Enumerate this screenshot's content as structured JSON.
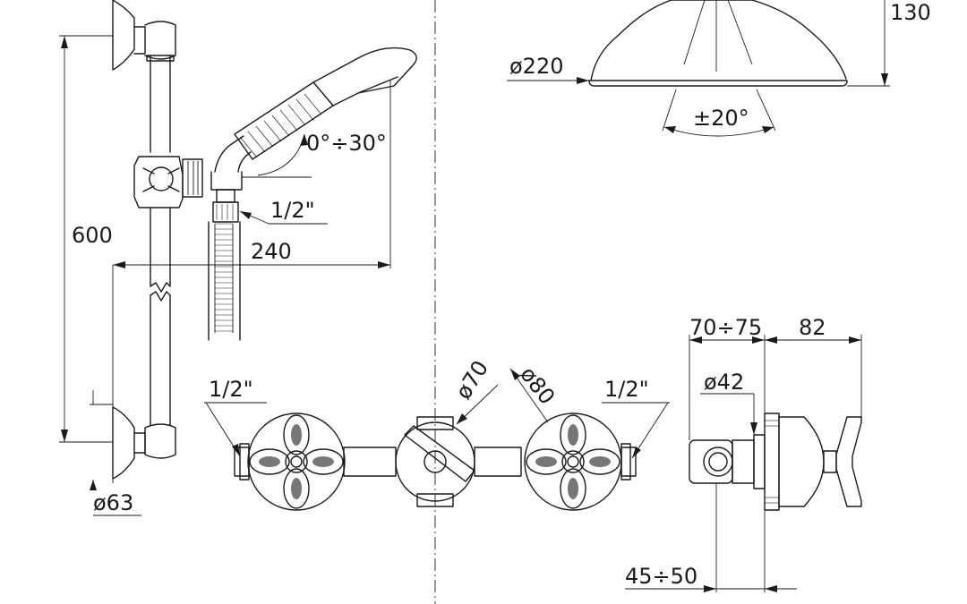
{
  "dimensions": {
    "slide_rail_height": "600",
    "handshower_reach": "240",
    "handshower_tilt": "0°÷30°",
    "hose_thread": "1/2\"",
    "wall_bracket_diameter": "ø63",
    "head_diameter": "ø220",
    "head_height": "130",
    "head_swivel": "±20°",
    "mixer_left_inlet": "1/2\"",
    "mixer_right_outlet": "1/2\"",
    "diverter_diameter": "ø70",
    "handle_diameter": "ø80",
    "side_recess_depth": "70÷75",
    "side_handle_projection": "82",
    "side_body_diameter": "ø42",
    "side_wall_offset": "45÷50"
  }
}
